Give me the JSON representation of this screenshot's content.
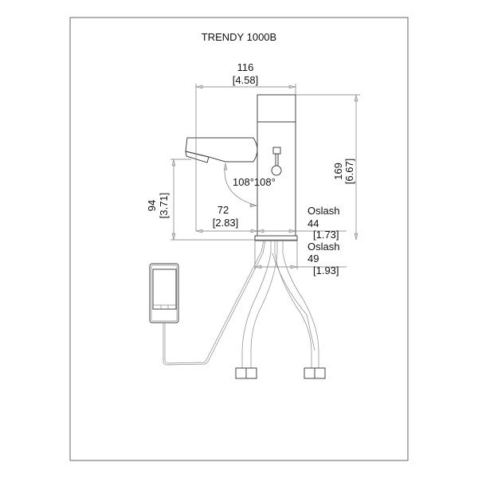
{
  "title": "TRENDY 1000B",
  "dimensions": {
    "width_total": {
      "mm": "116",
      "in": "[4.58]"
    },
    "height_total": {
      "mm": "169",
      "in": "[6.67]"
    },
    "spout_height": {
      "mm": "94",
      "in": "[3.71]"
    },
    "spout_reach": {
      "mm": "72",
      "in": "[2.83]"
    },
    "angle": "108°108°",
    "body_diameter": {
      "label": "Oslash",
      "mm": "44",
      "in": "[1.73]"
    },
    "base_diameter": {
      "label": "Oslash",
      "mm": "49",
      "in": "[1.93]"
    }
  }
}
